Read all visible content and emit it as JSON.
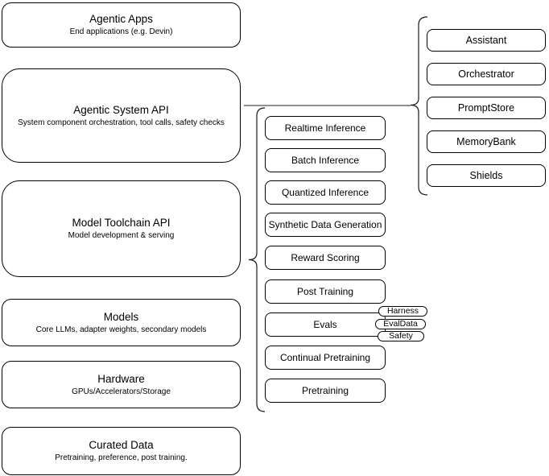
{
  "left_stack": [
    {
      "title": "Agentic Apps",
      "subtitle": "End applications (e.g. Devin)"
    },
    {
      "title": "Agentic System API",
      "subtitle": "System component orchestration, tool calls, safety checks"
    },
    {
      "title": "Model Toolchain API",
      "subtitle": "Model development & serving"
    },
    {
      "title": "Models",
      "subtitle": "Core LLMs, adapter weights, secondary models"
    },
    {
      "title": "Hardware",
      "subtitle": "GPUs/Accelerators/Storage"
    },
    {
      "title": "Curated Data",
      "subtitle": "Pretraining, preference, post training."
    }
  ],
  "services": [
    "Realtime Inference",
    "Batch Inference",
    "Quantized Inference",
    "Synthetic Data Generation",
    "Reward Scoring",
    "Post Training",
    "Evals",
    "Continual Pretraining",
    "Pretraining"
  ],
  "eval_tags": [
    "Harness",
    "EvalData",
    "Safety"
  ],
  "components": [
    "Assistant",
    "Orchestrator",
    "PromptStore",
    "MemoryBank",
    "Shields"
  ],
  "colors": {
    "stroke": "#000000",
    "connector": "#4d4d4d",
    "background": "#ffffff",
    "text": "#000000"
  }
}
